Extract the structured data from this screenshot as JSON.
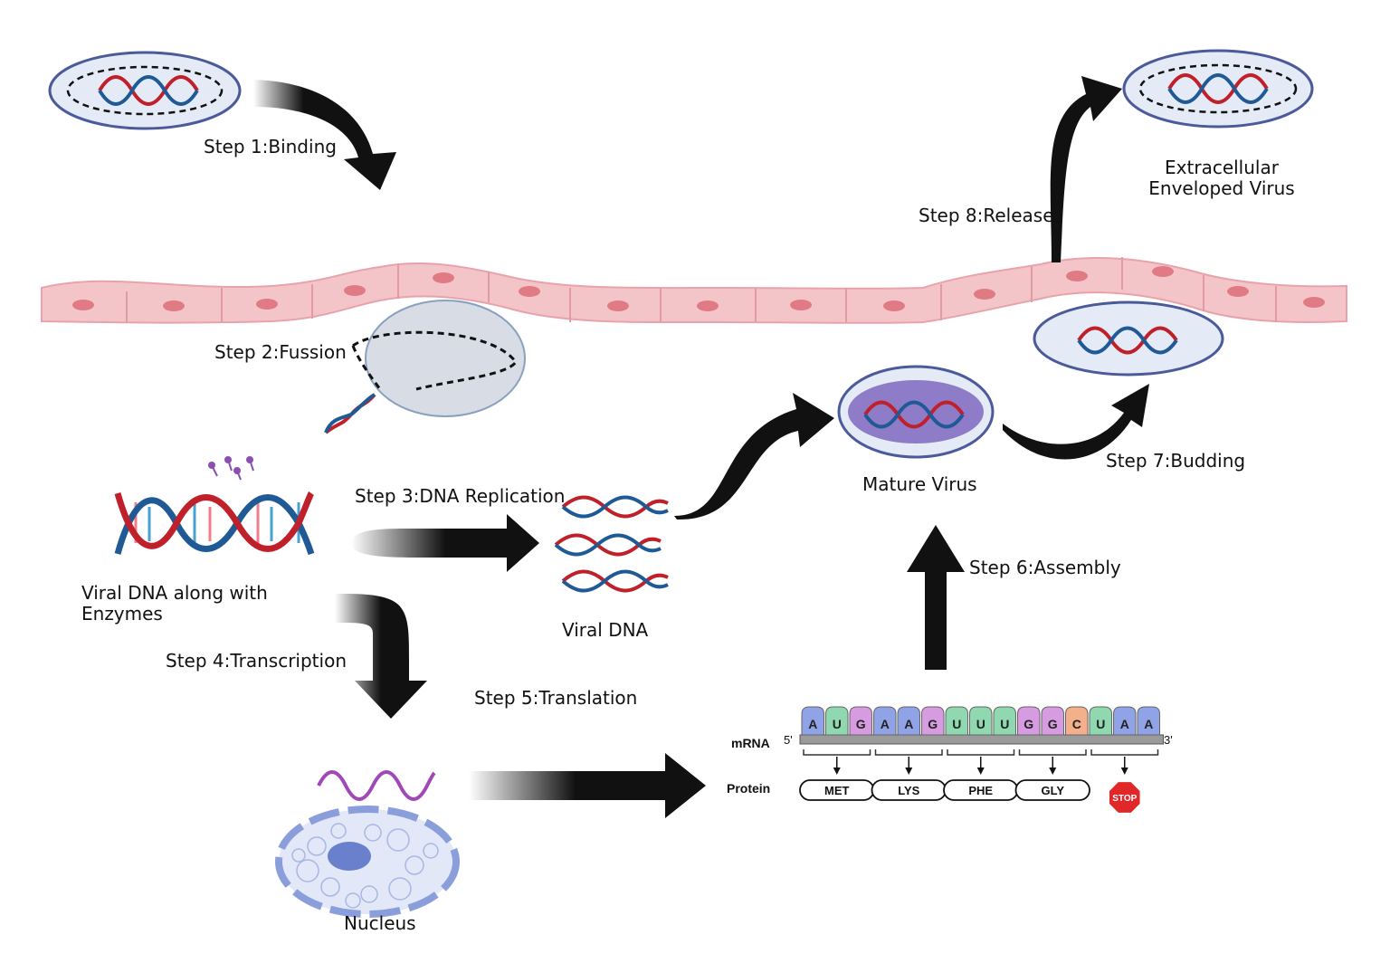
{
  "steps": {
    "s1": "Step 1:Binding",
    "s2": "Step 2:Fussion",
    "s3": "Step 3:DNA Replication",
    "s4": "Step 4:Transcription",
    "s5": "Step 5:Translation",
    "s6": "Step 6:Assembly",
    "s7": "Step 7:Budding",
    "s8": "Step 8:Release"
  },
  "labels": {
    "extracellular_line1": "Extracellular",
    "extracellular_line2": "Enveloped Virus",
    "mature_virus": "Mature Virus",
    "viral_dna_enzymes_line1": "Viral DNA along with",
    "viral_dna_enzymes_line2": "Enzymes",
    "viral_dna": "Viral DNA",
    "nucleus": "Nucleus"
  },
  "mrna": {
    "row_label": "mRNA",
    "protein_label": "Protein",
    "five_prime": "5'",
    "three_prime": "3'",
    "bases": [
      "A",
      "U",
      "G",
      "A",
      "A",
      "G",
      "U",
      "U",
      "U",
      "G",
      "G",
      "C",
      "U",
      "A",
      "A"
    ],
    "base_colors": {
      "A": "#8fa3e6",
      "U": "#8fd8b0",
      "G": "#d69be0",
      "C": "#f3b08a"
    },
    "codons": [
      "MET",
      "LYS",
      "PHE",
      "GLY"
    ],
    "stop": "STOP"
  },
  "colors": {
    "strand_red": "#c0202a",
    "strand_blue": "#1f5a96",
    "cell": "#f4c5c8",
    "cell_nucleus": "#e07a85",
    "virus_fill": "#e4ebf7",
    "virus_stroke": "#4a5a9a",
    "arrow": "#111111"
  }
}
